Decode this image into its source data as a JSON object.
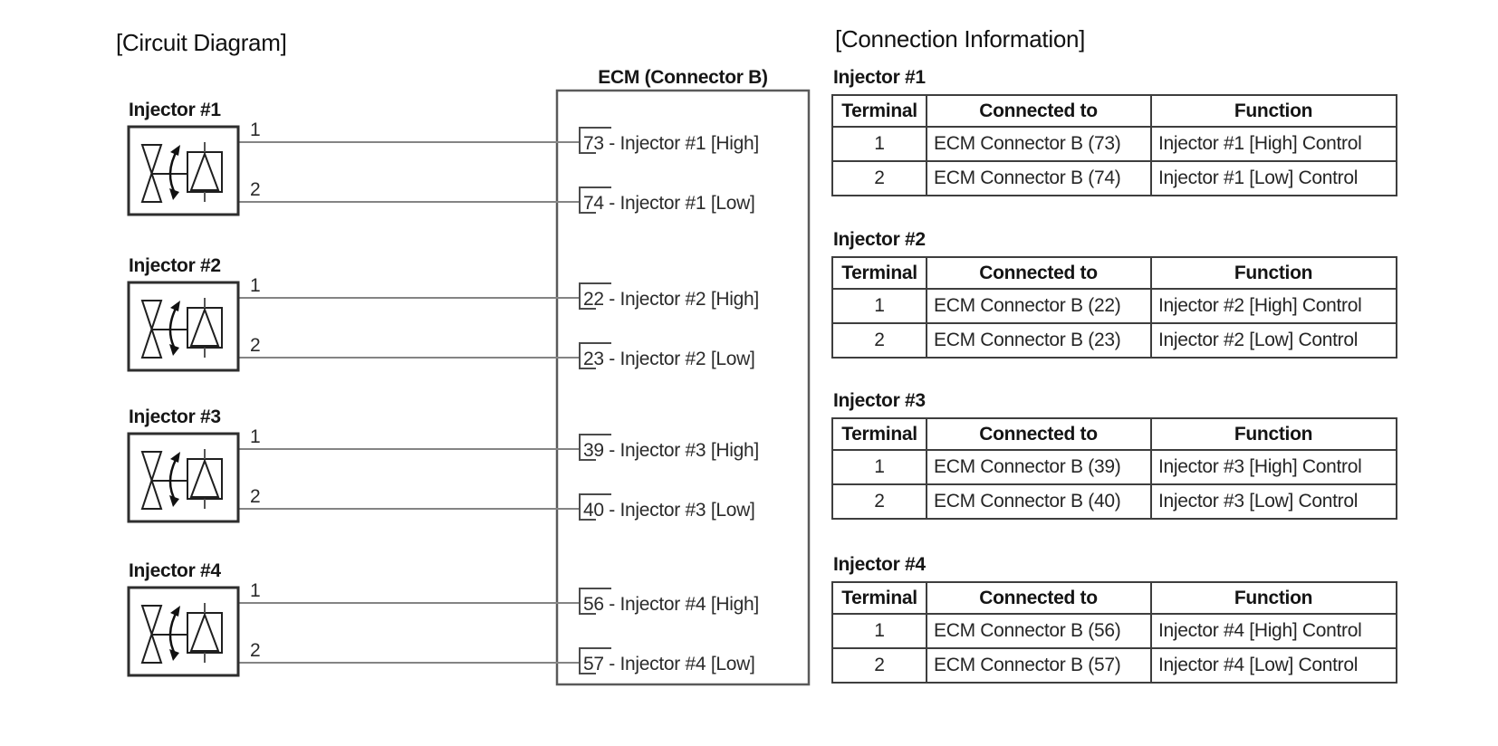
{
  "page": {
    "circuit_title": "[Circuit Diagram]",
    "connection_title": "[Connection Information]"
  },
  "circuit": {
    "ecm_label": "ECM (Connector B)",
    "injectors": [
      {
        "label": "Injector #1",
        "terminal1": "1",
        "terminal2": "2",
        "pin_high": "73 - Injector #1 [High]",
        "pin_low": "74 - Injector #1 [Low]"
      },
      {
        "label": "Injector #2",
        "terminal1": "1",
        "terminal2": "2",
        "pin_high": "22 - Injector #2 [High]",
        "pin_low": "23 - Injector #2 [Low]"
      },
      {
        "label": "Injector #3",
        "terminal1": "1",
        "terminal2": "2",
        "pin_high": "39 - Injector #3 [High]",
        "pin_low": "40 - Injector #3 [Low]"
      },
      {
        "label": "Injector #4",
        "terminal1": "1",
        "terminal2": "2",
        "pin_high": "56 - Injector #4 [High]",
        "pin_low": "57 - Injector #4 [Low]"
      }
    ]
  },
  "connection_info": {
    "headers": [
      "Terminal",
      "Connected to",
      "Function"
    ],
    "groups": [
      {
        "title": "Injector #1",
        "rows": [
          [
            "1",
            "ECM Connector B (73)",
            "Injector #1 [High] Control"
          ],
          [
            "2",
            "ECM Connector B (74)",
            "Injector #1 [Low] Control"
          ]
        ]
      },
      {
        "title": "Injector #2",
        "rows": [
          [
            "1",
            "ECM Connector B (22)",
            "Injector #2 [High] Control"
          ],
          [
            "2",
            "ECM Connector B (23)",
            "Injector #2 [Low] Control"
          ]
        ]
      },
      {
        "title": "Injector #3",
        "rows": [
          [
            "1",
            "ECM Connector B (39)",
            "Injector #3 [High] Control"
          ],
          [
            "2",
            "ECM Connector B (40)",
            "Injector #3 [Low] Control"
          ]
        ]
      },
      {
        "title": "Injector #4",
        "rows": [
          [
            "1",
            "ECM Connector B (56)",
            "Injector #4 [High] Control"
          ],
          [
            "2",
            "ECM Connector B (57)",
            "Injector #4 [Low] Control"
          ]
        ]
      }
    ]
  },
  "colors": {
    "background": "#ffffff",
    "text": "#1a1a1a",
    "wire_gray": "#848484",
    "box_stroke": "#2e2e2e",
    "table_border": "#3e3e3e"
  }
}
